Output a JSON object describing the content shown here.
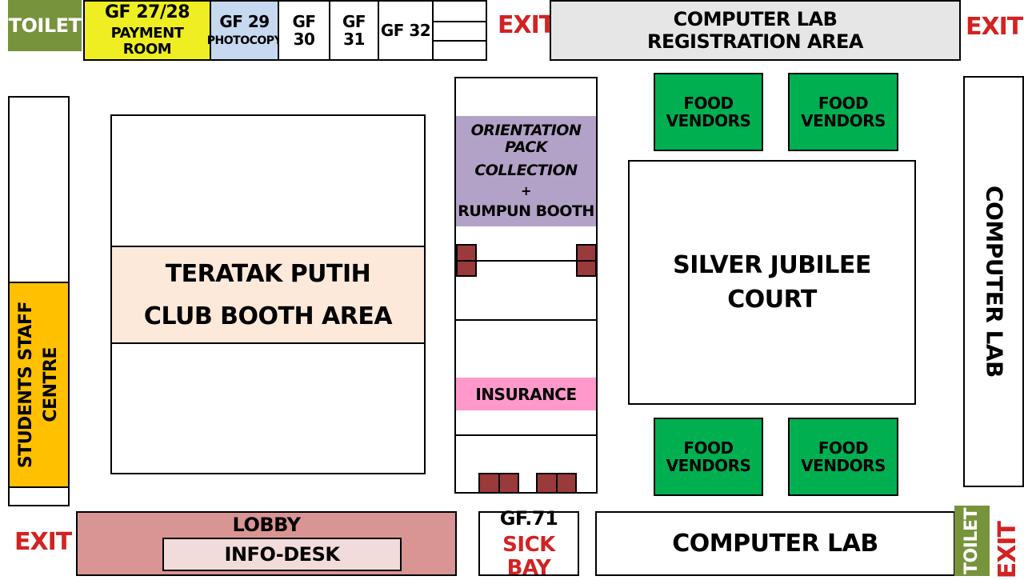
{
  "colors": {
    "toilet": "#77933c",
    "payment": "#eeee22",
    "photocopy": "#c6d9f1",
    "exit": "#d32222",
    "food": "#00b050",
    "orientation": "#b3a2c7",
    "teratak": "#fde9d9",
    "students": "#ffc000",
    "insurance": "#ff99cc",
    "lobby": "#d99594",
    "infodesk": "#f2dcdb",
    "seat": "#9b3a3a",
    "registration": "#e6e6e6"
  },
  "rooms": {
    "toilet_top": "TOILET",
    "gf27_line1": "GF 27/28",
    "gf27_line2": "PAYMENT ROOM",
    "gf29_line1": "GF 29",
    "gf29_line2": "PHOTOCOPY",
    "gf30": "GF 30",
    "gf31": "GF 31",
    "gf32": "GF 32",
    "registration_line1": "COMPUTER LAB",
    "registration_line2": "REGISTRATION AREA",
    "orientation_line1": "ORIENTATION PACK",
    "orientation_line2": "COLLECTION",
    "orientation_line3": "+",
    "orientation_line4": "RUMPUN BOOTH",
    "teratak_line1": "TERATAK PUTIH",
    "teratak_line2": "CLUB BOOTH AREA",
    "students_line1": "STUDENTS STAFF",
    "students_line2": "CENTRE",
    "insurance": "INSURANCE",
    "silver_line1": "SILVER JUBILEE",
    "silver_line2": "COURT",
    "food_vendors": "FOOD VENDORS",
    "computer_lab_right": "COMPUTER LAB",
    "lobby": "LOBBY",
    "info_desk": "INFO-DESK",
    "gf71": "GF.71",
    "sick_bay": "SICK BAY",
    "computer_lab_bottom": "COMPUTER LAB",
    "toilet_bottom": "TOILET"
  },
  "exits": {
    "label": "EXIT"
  }
}
